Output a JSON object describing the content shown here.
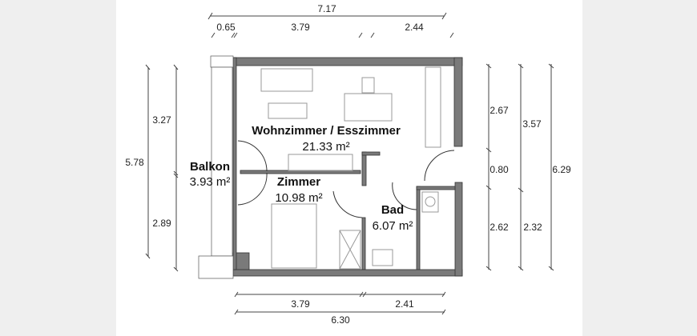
{
  "rooms": {
    "living": {
      "name": "Wohnzimmer / Esszimmer",
      "area": "21.33 m²"
    },
    "balcony": {
      "name": "Balkon",
      "area": "3.93 m²"
    },
    "bedroom": {
      "name": "Zimmer",
      "area": "10.98 m²"
    },
    "bath": {
      "name": "Bad",
      "area": "6.07 m²"
    }
  },
  "dimensions": {
    "top_total": "7.17",
    "top_segments": [
      "0.65",
      "3.79",
      "2.44"
    ],
    "left_total": "5.78",
    "left_segments": [
      "3.27",
      "2.89"
    ],
    "right_inner": [
      "2.67",
      "0.80",
      "2.62"
    ],
    "right_mid": [
      "3.57",
      "2.32"
    ],
    "right_total": "6.29",
    "bottom_segments": [
      "3.79",
      "2.41"
    ],
    "bottom_total": "6.30"
  },
  "colors": {
    "wall": "#7a7a7a",
    "line": "#333333",
    "furniture": "#999999"
  }
}
